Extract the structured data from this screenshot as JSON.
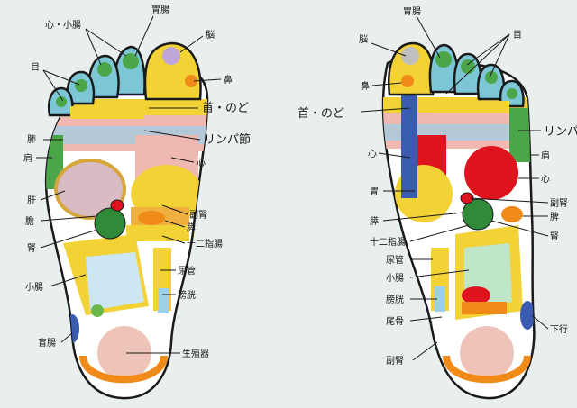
{
  "colors": {
    "background": "#e9eeef",
    "foot_outline": "#1a1a1a",
    "yellow": "#f2d234",
    "red": "#e0141e",
    "green": "#4aa648",
    "dark_green": "#2f8a3a",
    "blue": "#3a5cb0",
    "pink": "#efb8b0",
    "orange": "#f08a18",
    "light_blue": "#cde6f4"
  },
  "left_foot": {
    "labels": [
      "胃腸",
      "心・小腸",
      "脳",
      "目",
      "鼻",
      "首・のど",
      "リンパ節",
      "肺",
      "肩",
      "心",
      "肝",
      "副腎",
      "膽",
      "膵",
      "腎",
      "十二指腸",
      "尿管",
      "小腸",
      "膀胱",
      "盲腸",
      "生殖器"
    ]
  },
  "right_foot": {
    "labels": [
      "胃腸",
      "脳",
      "目",
      "鼻",
      "首・のど",
      "リンパ",
      "心",
      "肩",
      "心",
      "胃",
      "副腎",
      "膵",
      "脾",
      "十二指腸",
      "腎",
      "尿管",
      "小腸",
      "膀胱",
      "尾骨",
      "下行",
      "副腎"
    ]
  }
}
